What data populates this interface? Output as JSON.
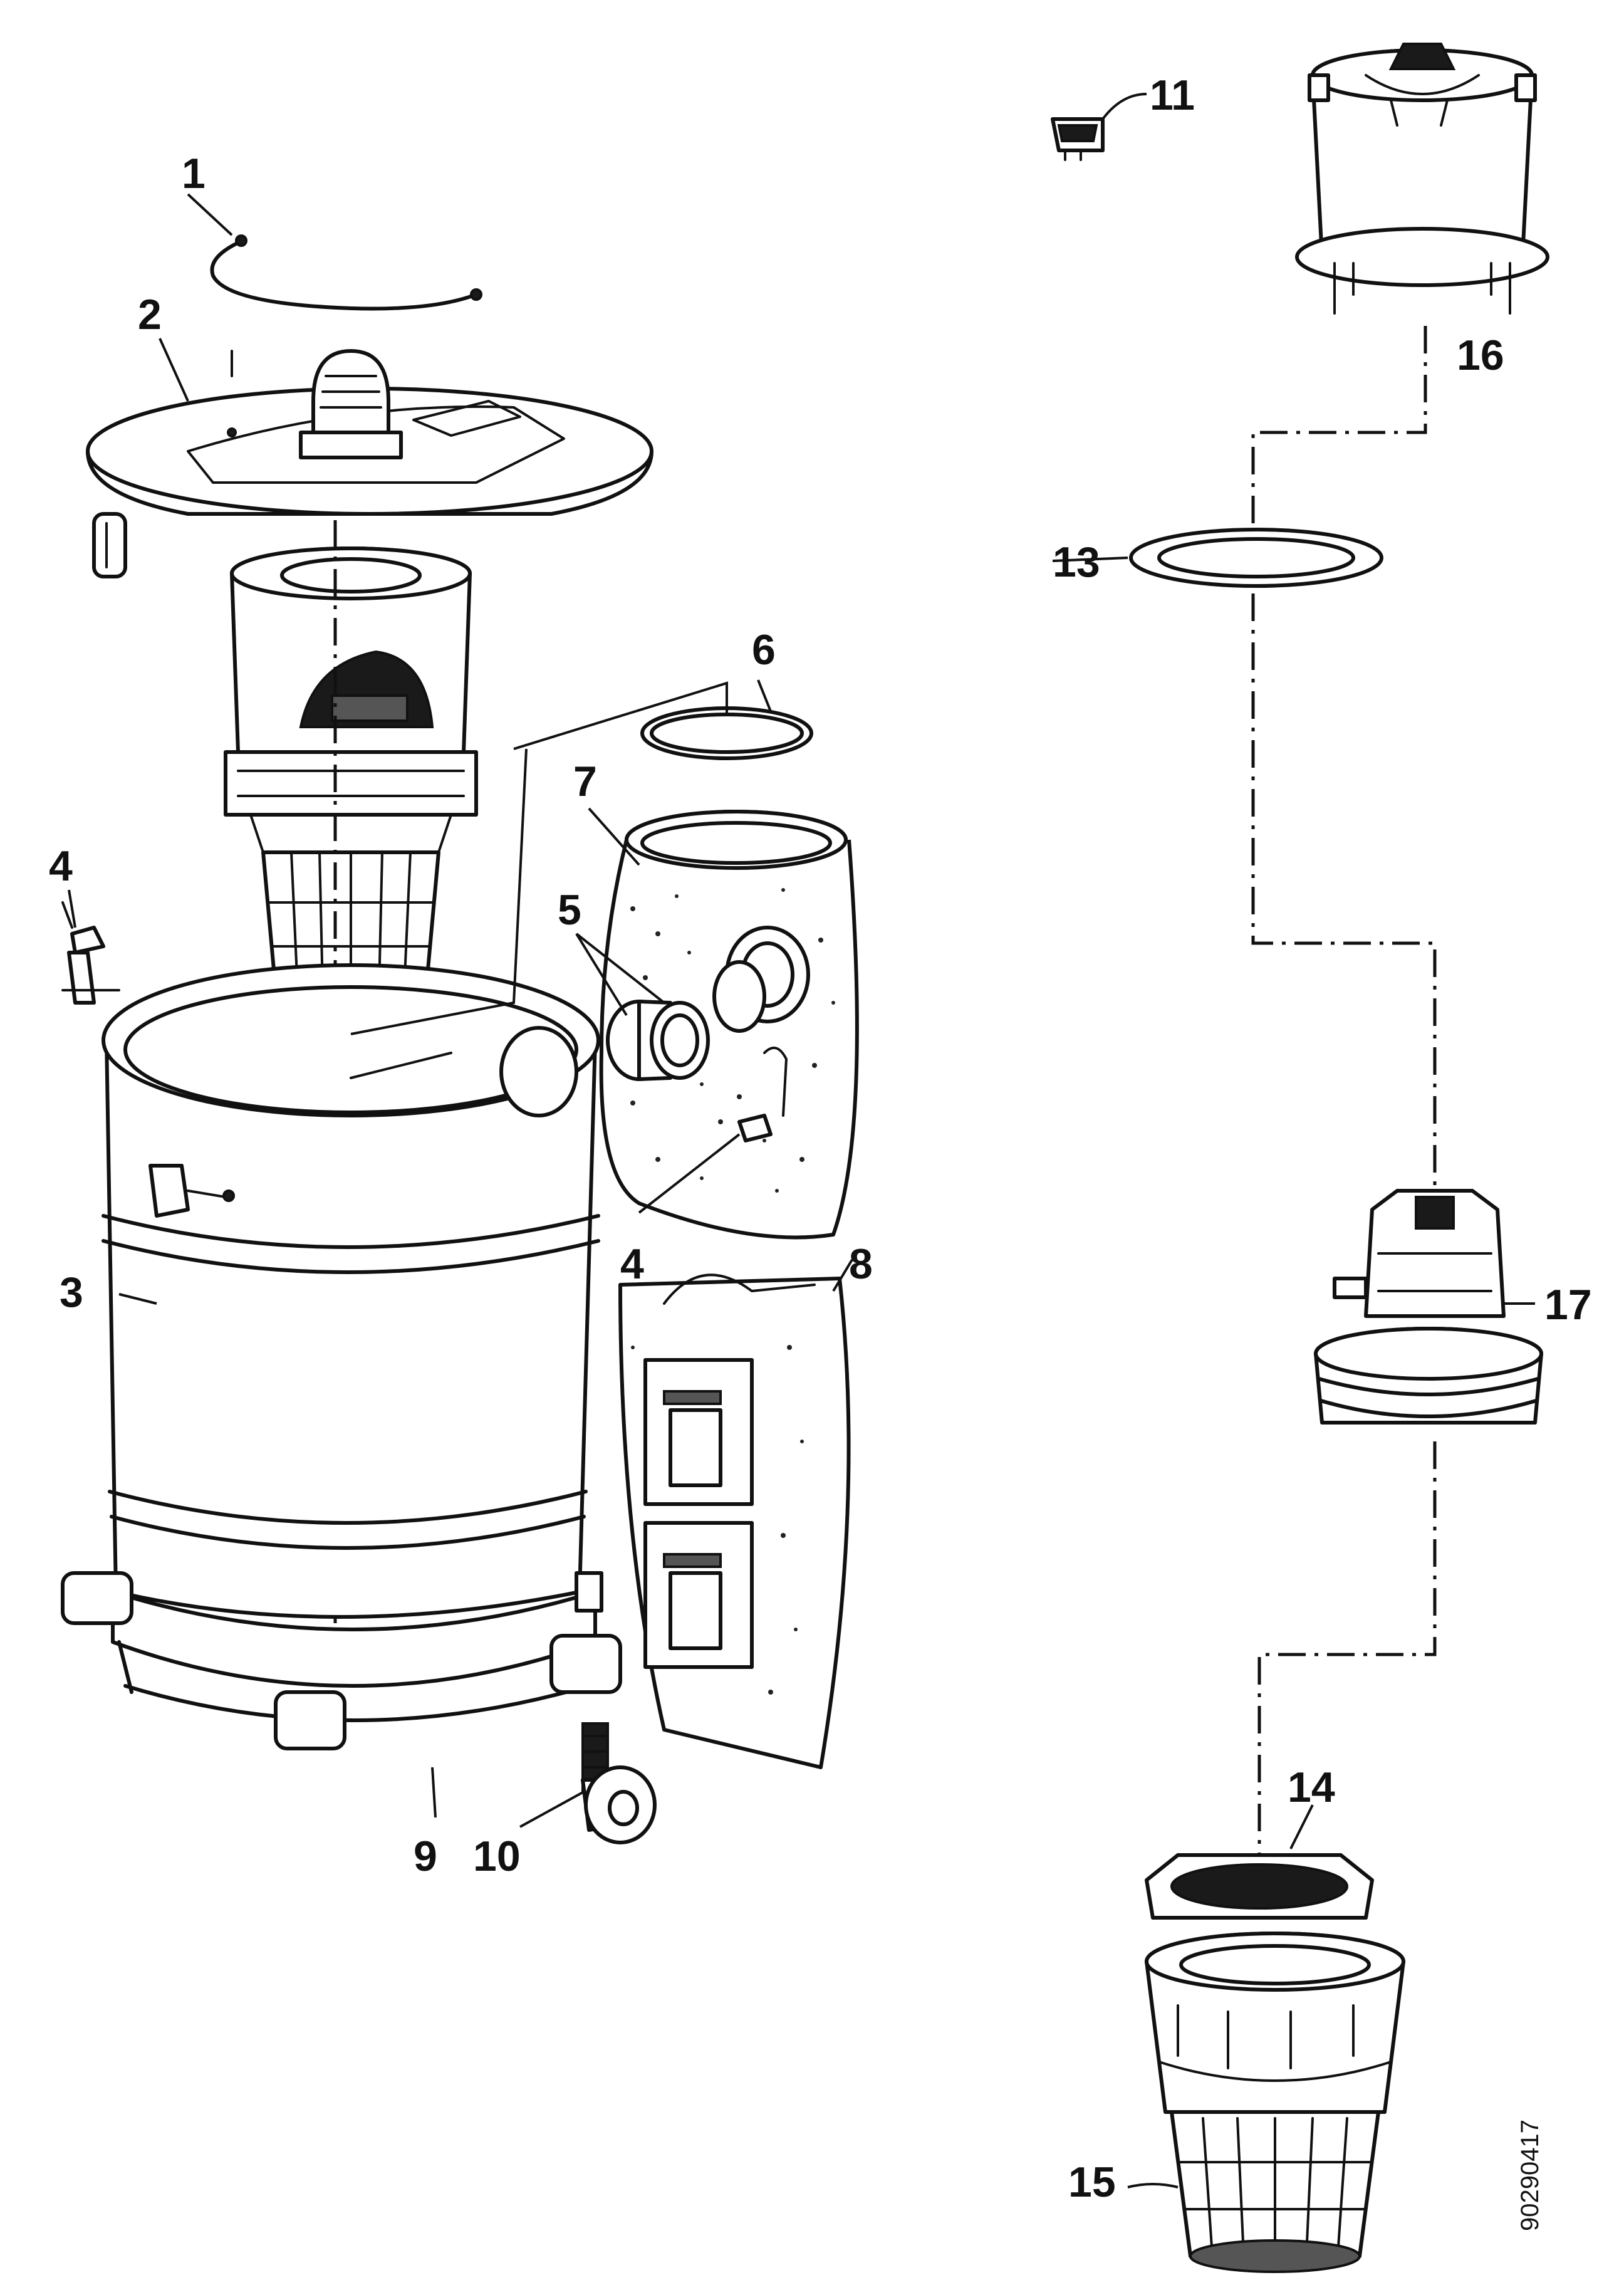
{
  "figure": {
    "doc_code": "90290417"
  },
  "callouts": [
    {
      "id": "1",
      "text": "1"
    },
    {
      "id": "2",
      "text": "2"
    },
    {
      "id": "3",
      "text": "3"
    },
    {
      "id": "4a",
      "text": "4"
    },
    {
      "id": "4b",
      "text": "4"
    },
    {
      "id": "5",
      "text": "5"
    },
    {
      "id": "6",
      "text": "6"
    },
    {
      "id": "7",
      "text": "7"
    },
    {
      "id": "8",
      "text": "8"
    },
    {
      "id": "9",
      "text": "9"
    },
    {
      "id": "10",
      "text": "10"
    },
    {
      "id": "11",
      "text": "11"
    },
    {
      "id": "13",
      "text": "13"
    },
    {
      "id": "14",
      "text": "14"
    },
    {
      "id": "15",
      "text": "15"
    },
    {
      "id": "16",
      "text": "16"
    },
    {
      "id": "17",
      "text": "17"
    }
  ]
}
